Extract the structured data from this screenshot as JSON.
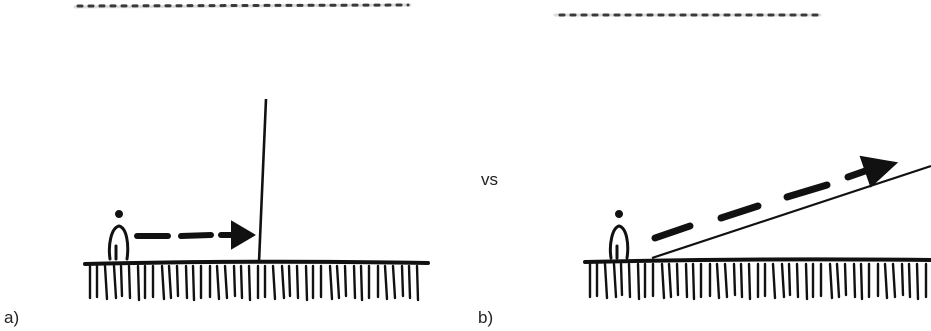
{
  "labels": {
    "panel_a": "a)",
    "separator": "vs",
    "panel_b": "b)"
  },
  "panels": [
    {
      "id": "a",
      "wall_orientation": "vertical",
      "arrow_direction": "horizontal"
    },
    {
      "id": "b",
      "wall_orientation": "inclined",
      "arrow_direction": "upward-diagonal"
    }
  ],
  "colors": {
    "ink": "#111111",
    "faint": "#e6e6e6",
    "label": "#222222"
  }
}
